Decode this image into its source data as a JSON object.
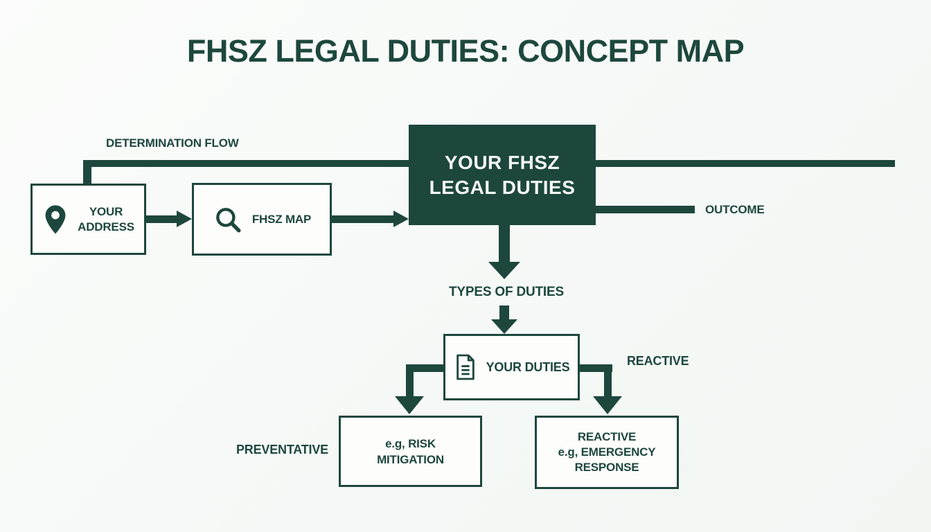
{
  "title": "FHSZ LEGAL DUTIES: CONCEPT MAP",
  "colors": {
    "accent": "#1d473d",
    "background": "#f6f9f7",
    "box_fill": "#fdfdfc",
    "hub_text": "#f4f6f5"
  },
  "flow_labels": {
    "determination_flow": "DETERMINATION FLOW",
    "outcome": "OUTCOME",
    "types_of_duties": "TYPES OF DUTIES",
    "reactive_branch": "REACTIVE",
    "preventative_branch": "PREVENTATIVE"
  },
  "nodes": {
    "address": {
      "label": "YOUR\nADDRESS",
      "icon": "location-pin-icon"
    },
    "fhsz_map": {
      "label": "FHSZ MAP",
      "icon": "magnifier-icon"
    },
    "hub": {
      "label": "YOUR FHSZ\nLEGAL DUTIES"
    },
    "your_duties": {
      "label": "YOUR DUTIES",
      "icon": "document-icon"
    },
    "preventative_example": {
      "label": "e.g, RISK\nMITIGATION"
    },
    "reactive_example": {
      "label": "REACTIVE\ne.g, EMERGENCY\nRESPONSE"
    }
  }
}
